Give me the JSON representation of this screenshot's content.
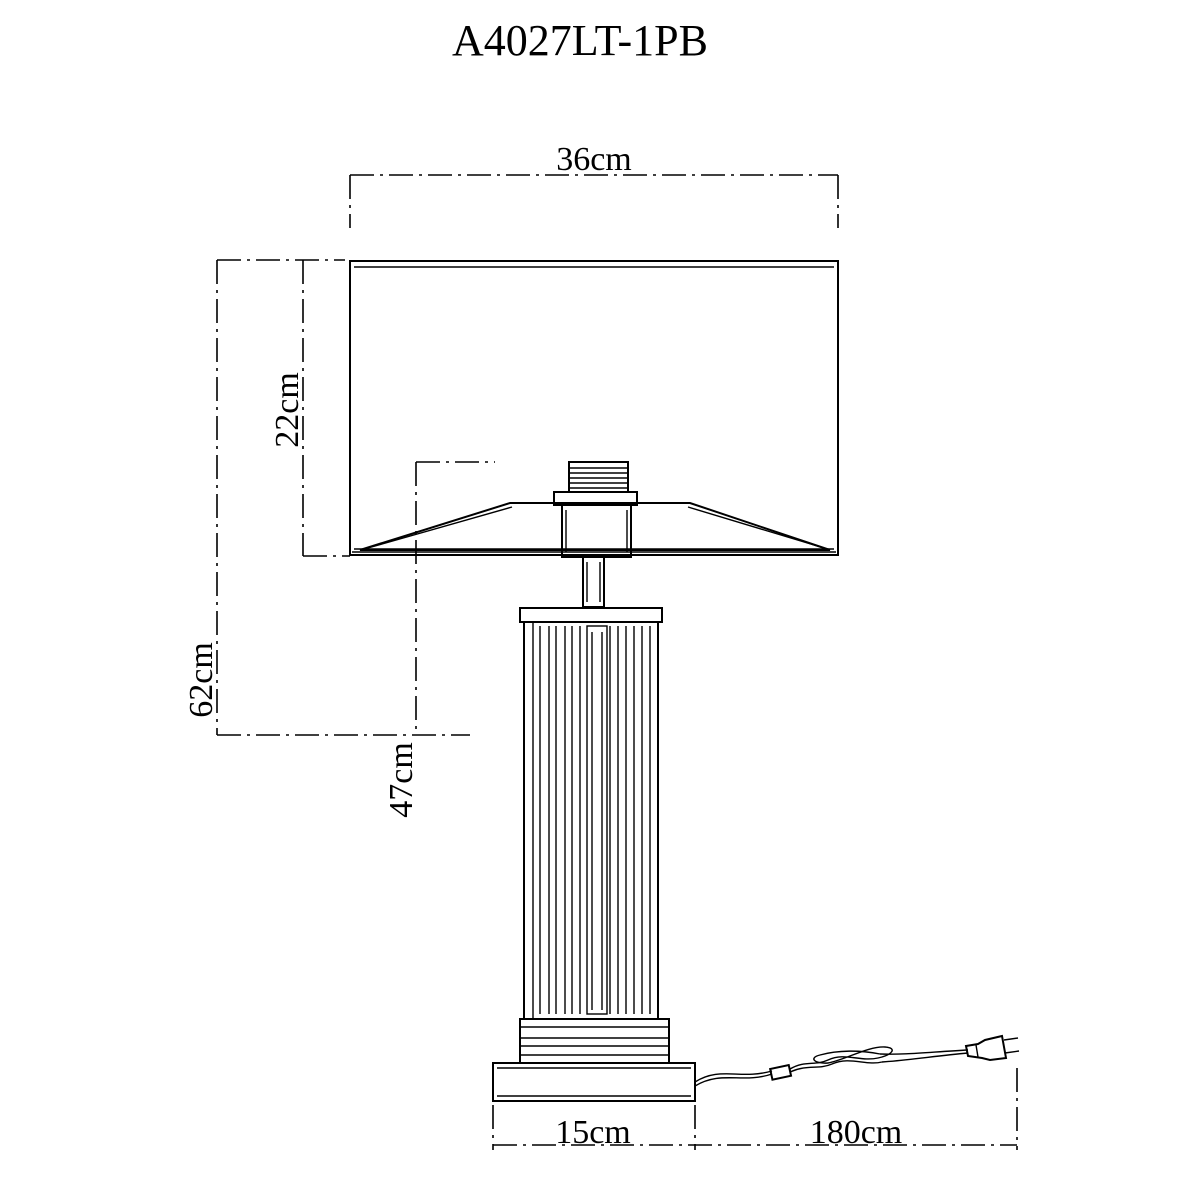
{
  "title": "A4027LT-1PB",
  "dimensions": {
    "shade_width": "36cm",
    "shade_height": "22cm",
    "total_height": "62cm",
    "base_to_socket_height": "47cm",
    "base_width": "15cm",
    "cord_length": "180cm"
  }
}
